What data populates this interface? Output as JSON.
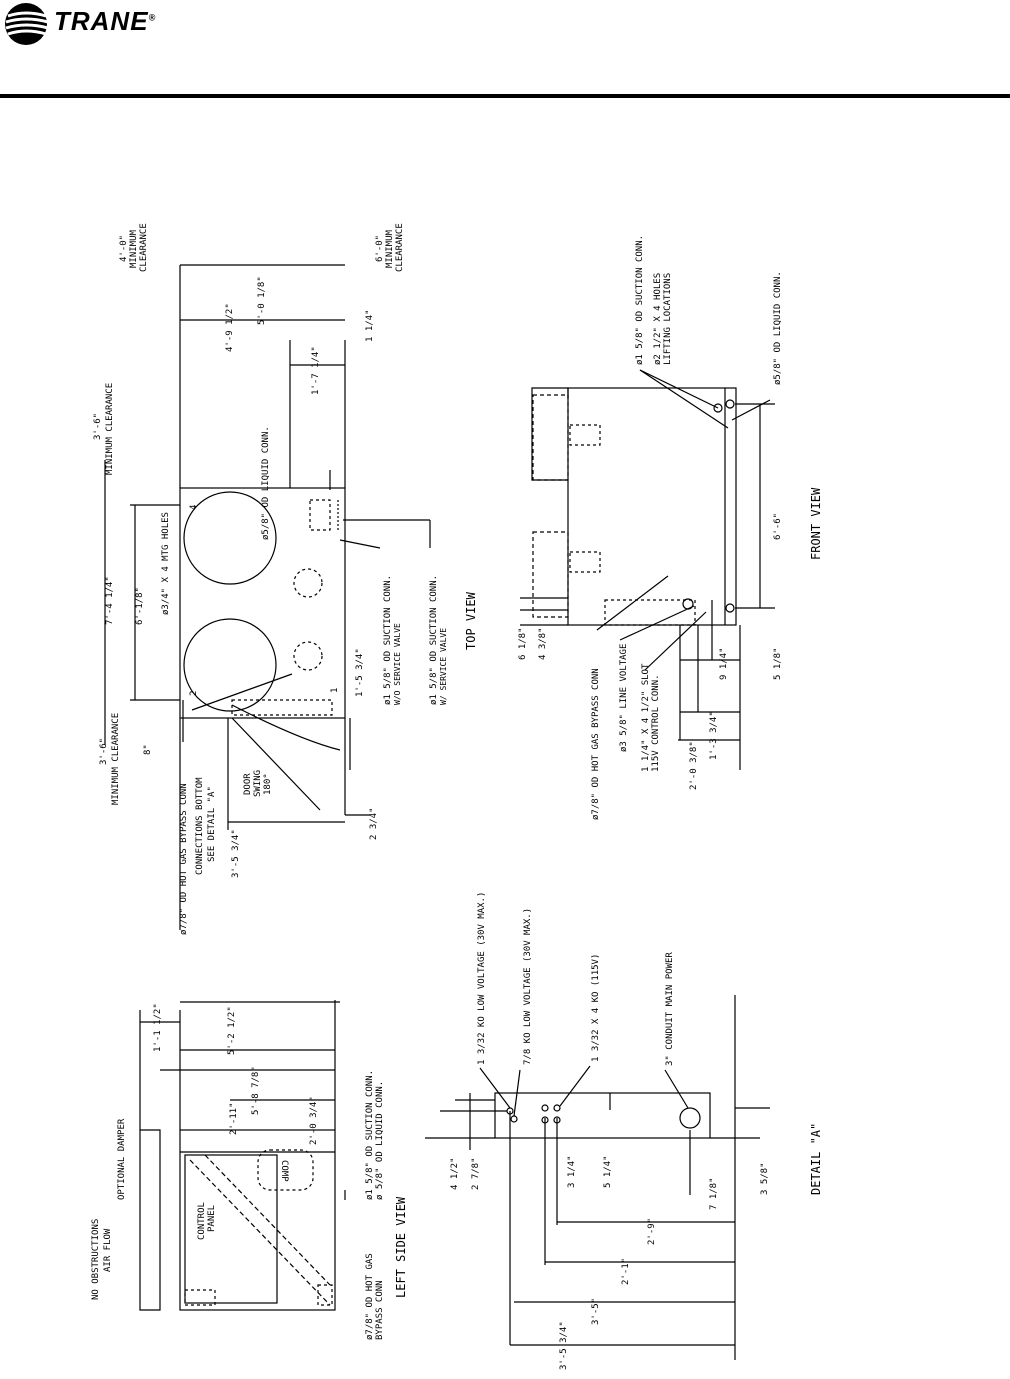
{
  "brand": {
    "name": "TRANE",
    "trademark": "®"
  },
  "views": {
    "left_side": {
      "title": "LEFT SIDE VIEW",
      "labels": {
        "no_obstructions": "NO OBSTRUCTIONS",
        "air_flow": "AIR FLOW",
        "optional_damper": "OPTIONAL DAMPER",
        "control": "CONTROL",
        "panel": "PANEL",
        "comp": "COMP",
        "hot_gas_1": "ø7/8\" OD HOT GAS",
        "hot_gas_2": "BYPASS CONN",
        "suction": "ø1 5/8\" OD SUCTION CONN.",
        "liquid": "ø 5/8\" OD LIQUID CONN."
      },
      "dims": {
        "d1": "1'-1 1/2\"",
        "d2": "5'-2 1/2\"",
        "d3": "5'-8 7/8\"",
        "d4": "2'-11\"",
        "d5": "2'-0 3/4\""
      }
    },
    "top": {
      "title": "TOP VIEW",
      "labels": {
        "min_clear_left_a": "3'-6\"",
        "min_clear_left_b": "MINIMUM CLEARANCE",
        "min_clear_right_a": "3'-6\"",
        "min_clear_right_b": "MINIMUM CLEARANCE",
        "min_clear_top_a": "4'-0\"",
        "min_clear_top_b": "MINIMUM",
        "min_clear_top_c": "CLEARANCE",
        "min_clear_bot_a": "6'-0\"",
        "min_clear_bot_b": "MINIMUM",
        "min_clear_bot_c": "CLEARANCE",
        "mtg_holes": "ø3/4\" X 4 MTG HOLES",
        "hot_gas": "ø7/8\" OD HOT GAS BYPASS CONN",
        "conn_bottom": "CONNECTIONS BOTTOM",
        "see_detail": "SEE DETAIL \"A\"",
        "door_swing_a": "DOOR",
        "door_swing_b": "SWING",
        "door_swing_c": "180°",
        "liquid": "ø5/8\" OD LIQUID CONN.",
        "suction_wo_a": "ø1 5/8\" OD SUCTION CONN.",
        "suction_wo_b": "W/O SERVICE VALVE",
        "suction_w_a": "ø1 5/8\" OD SUCTION CONN.",
        "suction_w_b": "W/ SERVICE VALVE",
        "n1": "1",
        "n2": "2",
        "n4": "4"
      },
      "dims": {
        "d_8": "8\"",
        "d_7_4": "7'-4 1/4\"",
        "d_6_1": "6'-1/8\"",
        "d_5_0": "5'-0 1/8\"",
        "d_4_9": "4'-9 1/2\"",
        "d_1_7": "1'-7 1/4\"",
        "d_1_1_4": "1 1/4\"",
        "d_1_5": "1'-5 3/4\"",
        "d_3_5": "3'-5 3/4\"",
        "d_2_3": "2 3/4\""
      }
    },
    "front": {
      "title": "FRONT VIEW",
      "labels": {
        "suction": "ø1 5/8\" OD SUCTION CONN.",
        "lift_a": "ø2 1/2\" X 4 HOLES",
        "lift_b": "LIFTING LOCATIONS",
        "liquid": "ø5/8\" OD LIQUID CONN.",
        "hot_gas": "ø7/8\" OD HOT GAS BYPASS CONN",
        "line_voltage": "ø3 5/8\" LINE VOLTAGE",
        "slot_a": "1 1/4\" X 4 1/2\" SLOT",
        "slot_b": "115V CONTROL CONN."
      },
      "dims": {
        "d_6_1": "6 1/8\"",
        "d_4_3": "4 3/8\"",
        "d_9": "9 1/4\"",
        "d_1_3": "1'-3 3/4\"",
        "d_2_0": "2'-0 3/8\"",
        "d_6_6": "6'-6\"",
        "d_5_1": "5 1/8\""
      }
    },
    "detail": {
      "title": "DETAIL \"A\"",
      "labels": {
        "ko1": "1 3/32 KO LOW VOLTAGE (30V MAX.)",
        "ko2": "7/8 KO LOW VOLTAGE (30V MAX.)",
        "ko3": "1 3/32 X 4 KO (115V)",
        "conduit": "3\" CONDUIT MAIN POWER"
      },
      "dims": {
        "d_4_1": "4 1/2\"",
        "d_2_7": "2 7/8\"",
        "d_3_1": "3 1/4\"",
        "d_5_1": "5 1/4\"",
        "d_7_1": "7 1/8\"",
        "d_3_5": "3 5/8\"",
        "d_2_9": "2'-9\"",
        "d_2_1": "2'-1\"",
        "d_3_5b": "3'-5\"",
        "d_3_5_3": "3'-5 3/4\""
      }
    }
  }
}
